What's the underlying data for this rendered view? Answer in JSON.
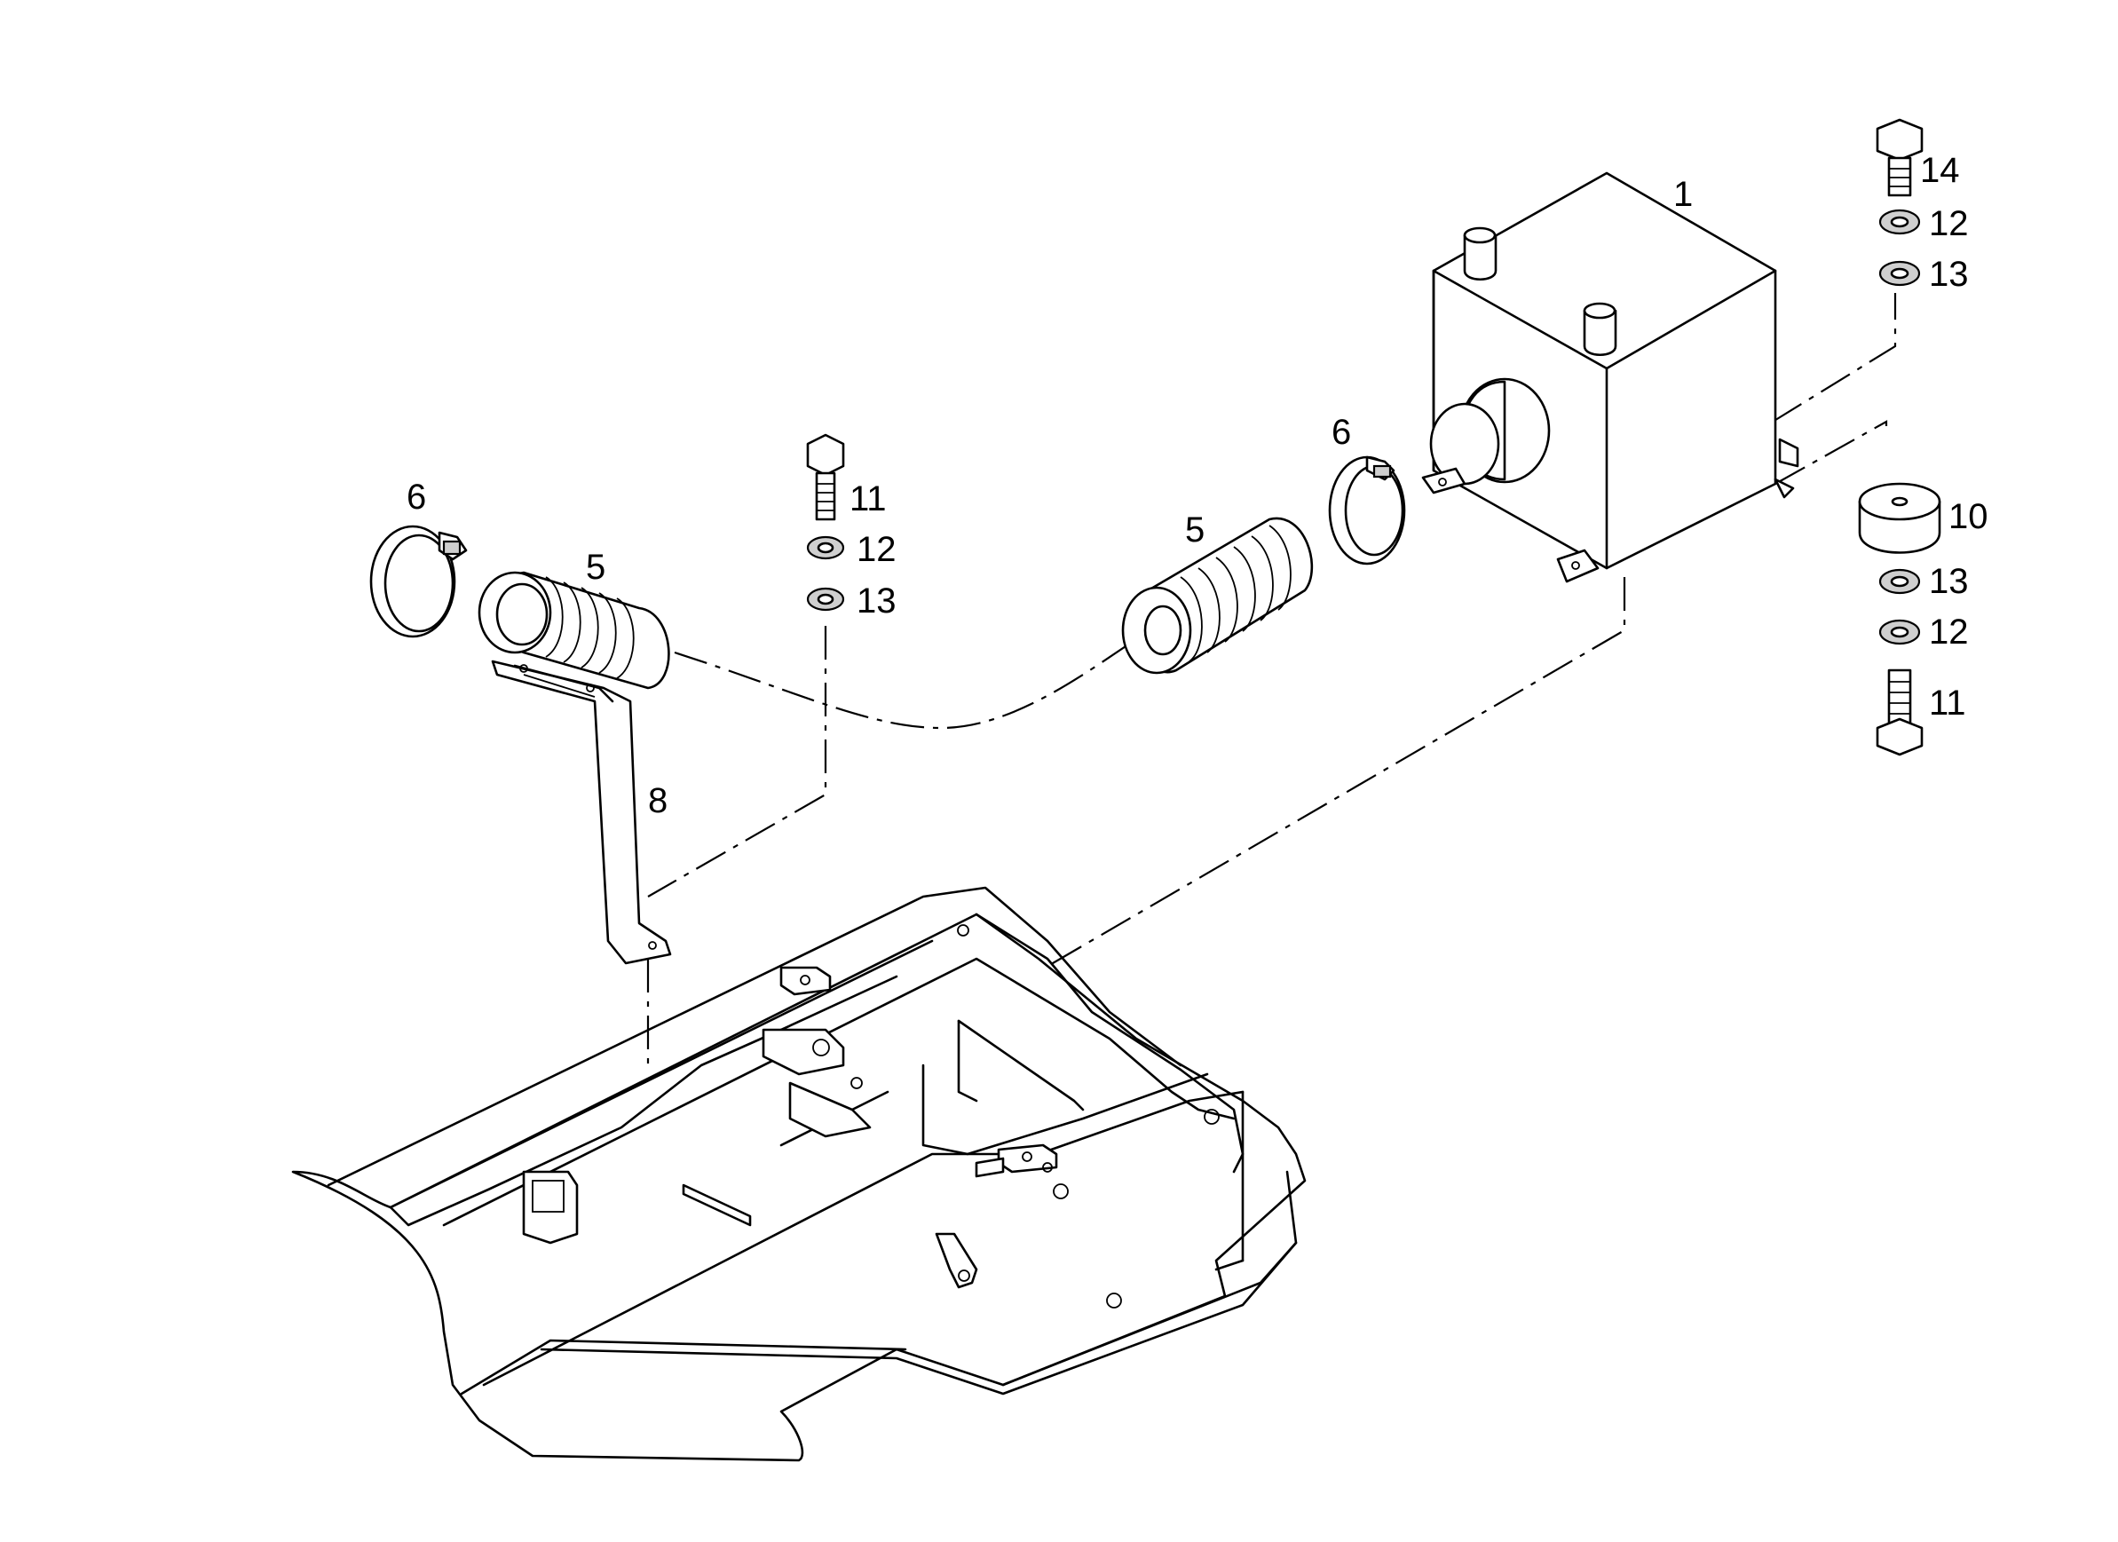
{
  "callouts": [
    {
      "id": "c1",
      "text": "1"
    },
    {
      "id": "c14",
      "text": "14"
    },
    {
      "id": "c12a",
      "text": "12"
    },
    {
      "id": "c13a",
      "text": "13"
    },
    {
      "id": "c6a",
      "text": "6"
    },
    {
      "id": "c10",
      "text": "10"
    },
    {
      "id": "c13b",
      "text": "13"
    },
    {
      "id": "c12b",
      "text": "12"
    },
    {
      "id": "c11a",
      "text": "11"
    },
    {
      "id": "c5a",
      "text": "5"
    },
    {
      "id": "c6b",
      "text": "6"
    },
    {
      "id": "c5b",
      "text": "5"
    },
    {
      "id": "c11b",
      "text": "11"
    },
    {
      "id": "c12c",
      "text": "12"
    },
    {
      "id": "c13c",
      "text": "13"
    },
    {
      "id": "c8",
      "text": "8"
    }
  ],
  "colors": {
    "line": "#000000",
    "background": "#ffffff",
    "shade": "#cfcfcf"
  }
}
